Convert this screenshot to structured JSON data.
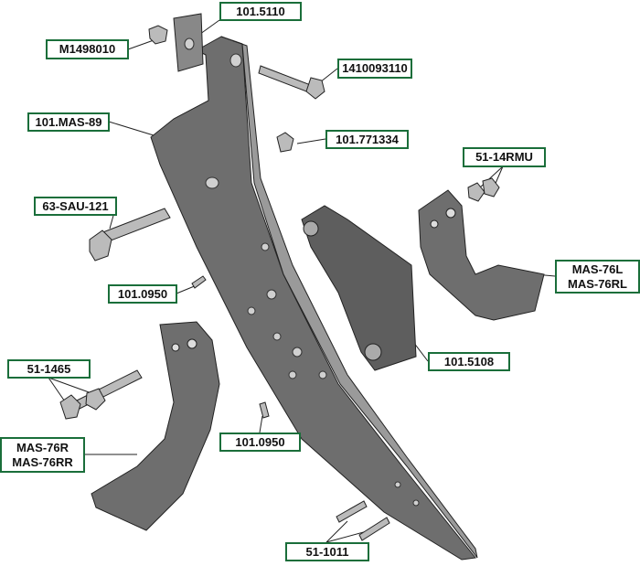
{
  "labels": {
    "l1": "101.5110",
    "l2": "M1498010",
    "l3": "1410093110",
    "l4": "101.MAS-89",
    "l5": "101.771334",
    "l6": "51-14RMU",
    "l7": "63-SAU-121",
    "l8a": "MAS-76L",
    "l8b": "MAS-76RL",
    "l9": "101.0950",
    "l10": "101.5108",
    "l11": "51-1465",
    "l12a": "MAS-76R",
    "l12b": "MAS-76RR",
    "l13": "101.0950",
    "l14": "51-1011"
  },
  "colors": {
    "label_border": "#1a6e3a",
    "part": "#6e6e6e",
    "part_light": "#a8a8a8"
  }
}
